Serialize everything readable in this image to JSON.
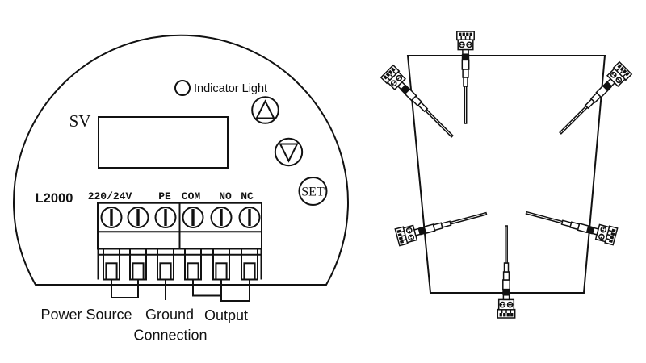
{
  "controller": {
    "model": "L2000",
    "display_label": "SV",
    "indicator_label": "Indicator Light",
    "set_button_label": "SET",
    "terminal_labels": [
      "220/24V",
      "PE",
      "COM",
      "NO",
      "NC"
    ],
    "captions": {
      "power": "Power Source",
      "ground_line1": "Ground",
      "ground_line2": "Connection",
      "output": "Output"
    }
  },
  "tank": {
    "sensors": [
      "top-left",
      "top-center",
      "top-right",
      "mid-left",
      "mid-right",
      "bottom-center"
    ]
  },
  "colors": {
    "line": "#111111",
    "background": "#ffffff"
  }
}
